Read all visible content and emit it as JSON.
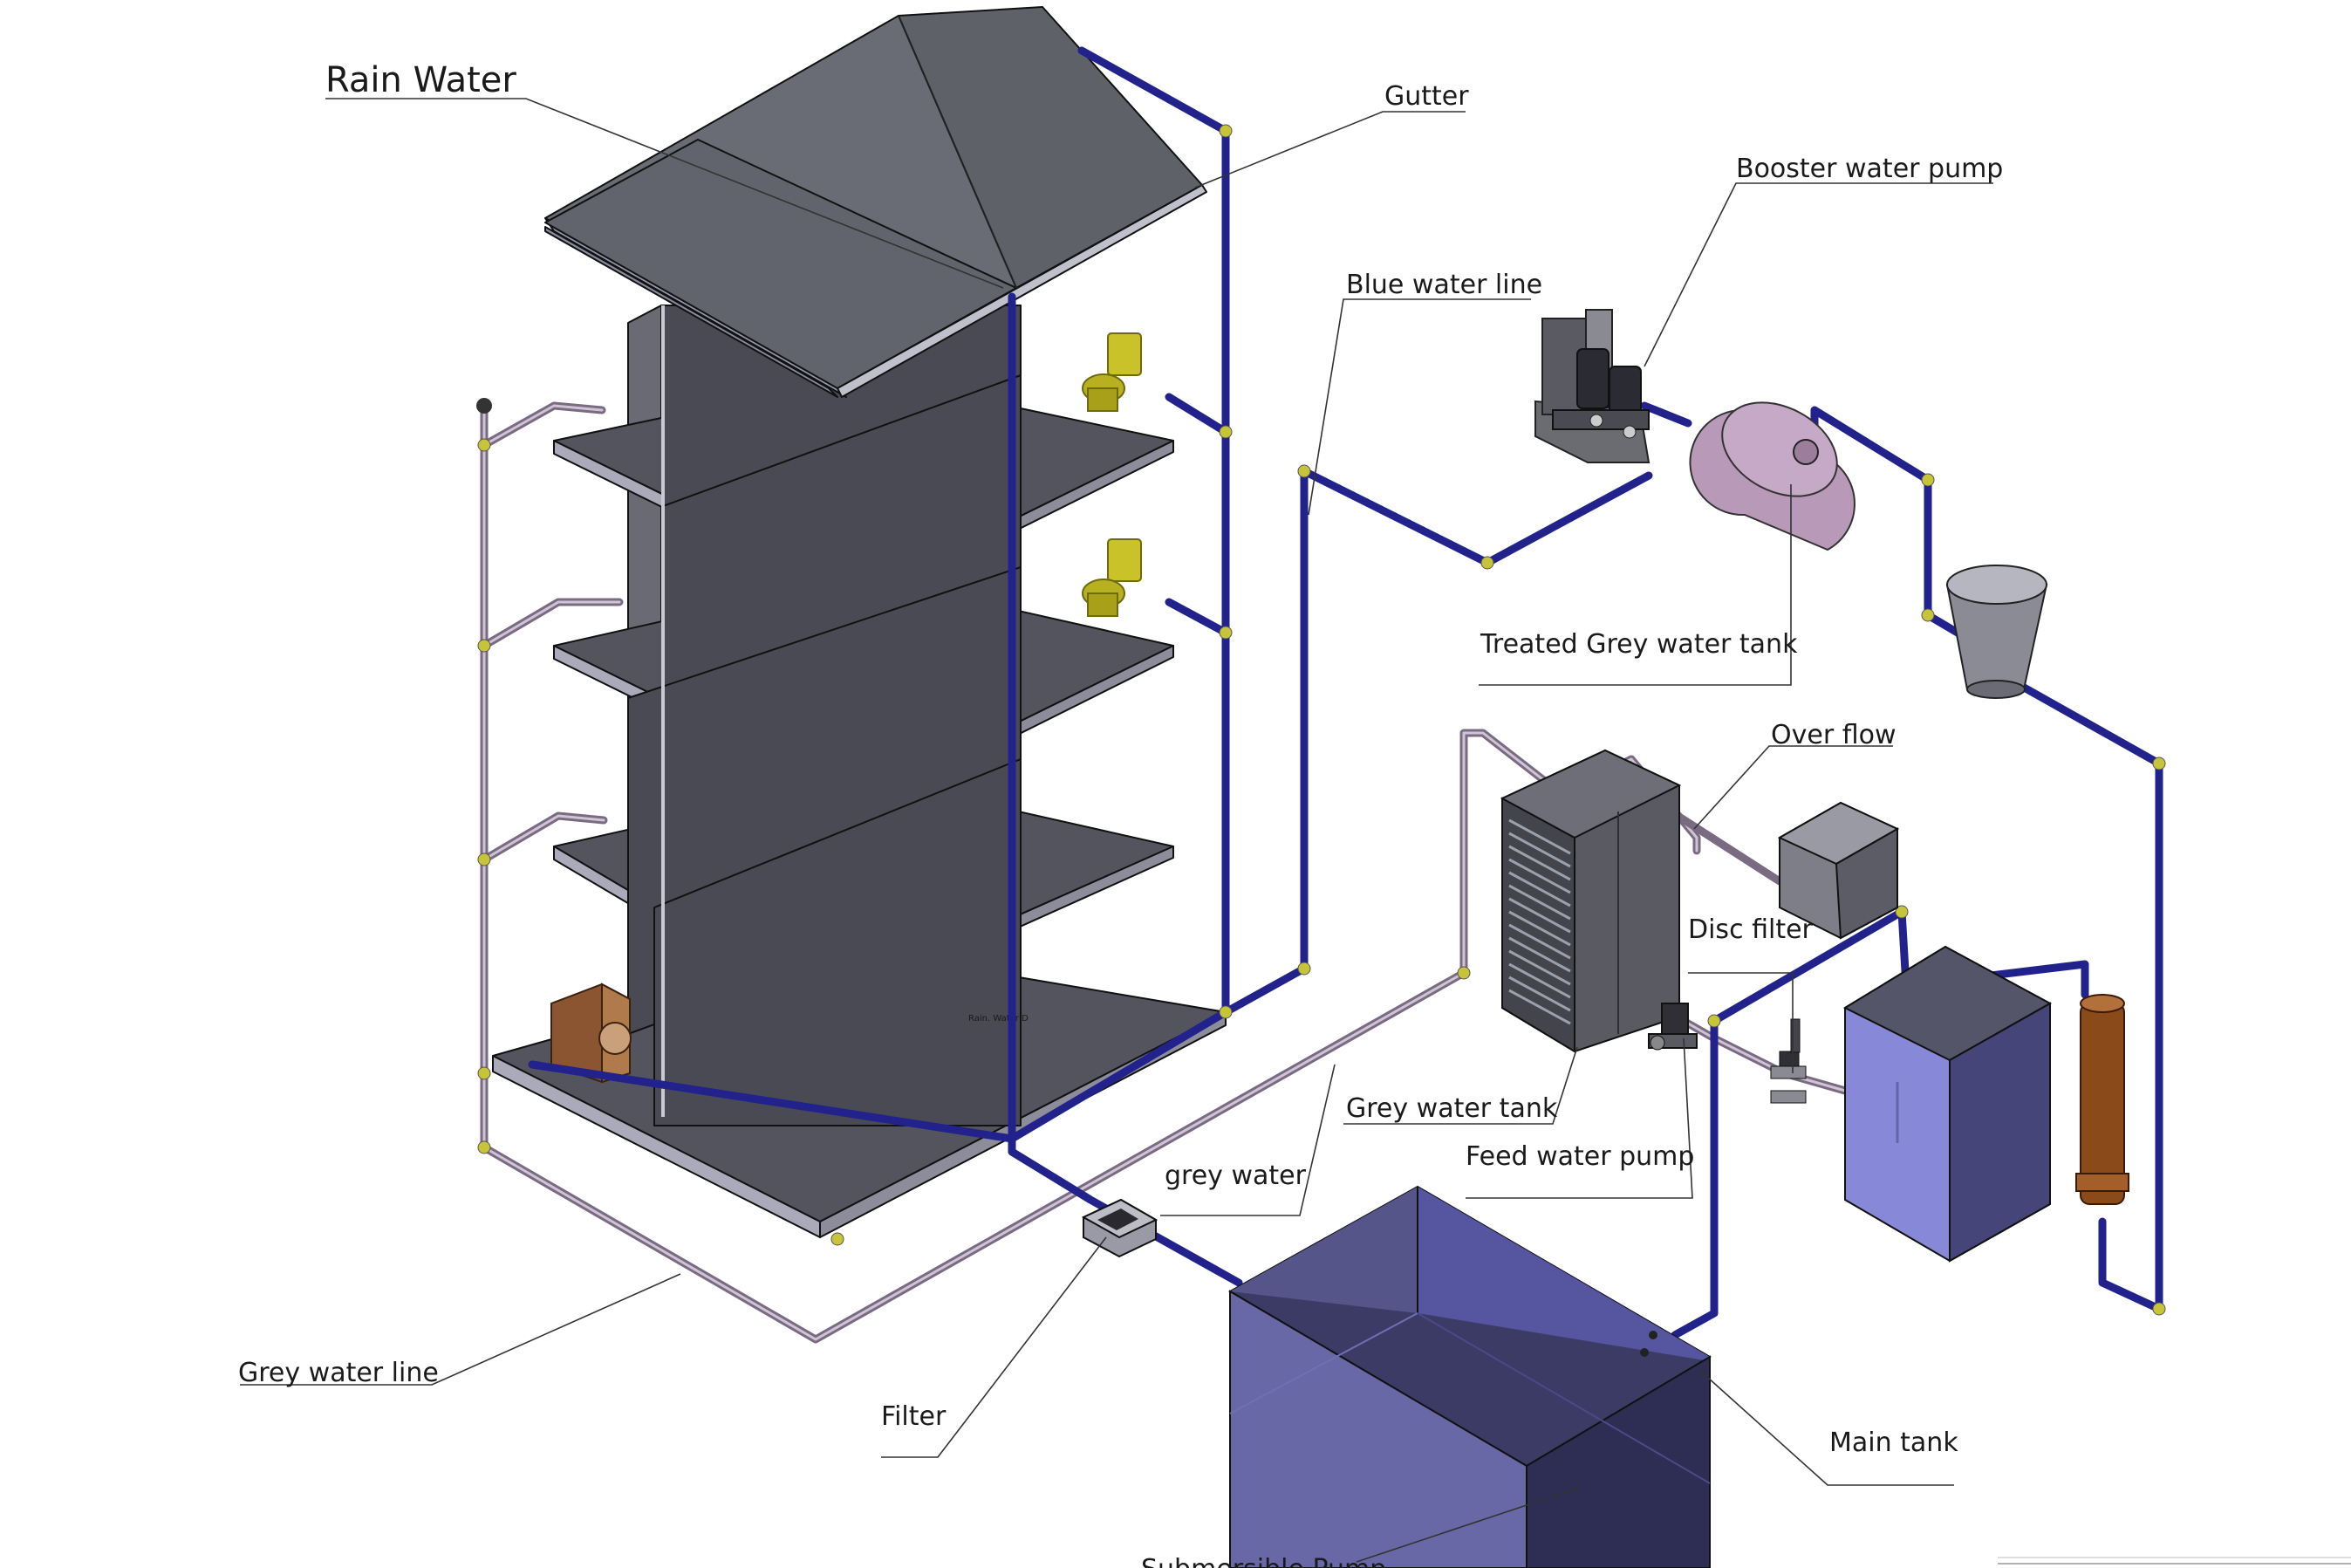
{
  "labels": {
    "rain_water": "Rain  Water",
    "gutter": "Gutter",
    "booster_pump": "Booster water pump",
    "blue_water_line": "Blue water line",
    "treated_tank": "Treated Grey water tank",
    "over_flow": "Over flow",
    "disc_filter": "Disc filter",
    "grey_water_tank": "Grey water tank",
    "feed_pump": "Feed water pump",
    "grey_water": "grey water",
    "grey_water_line": "Grey water line",
    "filter": "Filter",
    "main_tank": "Main tank",
    "submersible_pump": "Submersible Pump",
    "floor_tag": "Rain. Water D"
  },
  "colors": {
    "blue_line": "#22228c",
    "grey_line": "#7a6b82",
    "slab": "#52525c",
    "roof": "#5f6169",
    "main_tank": "#6868a6",
    "grey_tank_box": "#8888d8",
    "treated_tank": "#b89ab8",
    "fitting": "#c8c43a"
  }
}
